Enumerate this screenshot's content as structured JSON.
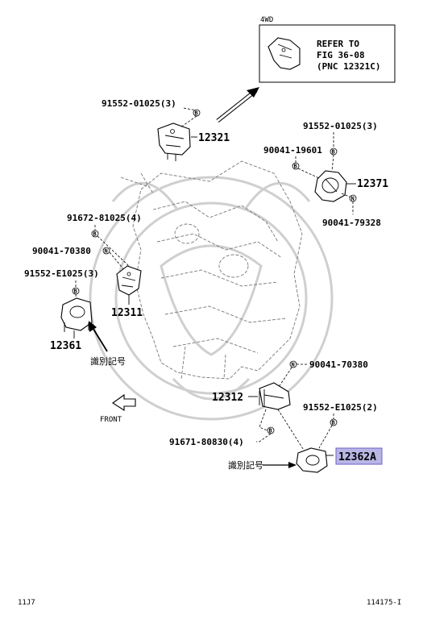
{
  "inset": {
    "tag": "4WD",
    "note_lines": [
      "REFER TO",
      "FIG 36-08",
      "(PNC 12321C)"
    ]
  },
  "parts": {
    "p12321": "12321",
    "p12371": "12371",
    "p12311": "12311",
    "p12361": "12361",
    "p12312": "12312",
    "p12362a": "12362A"
  },
  "fasteners": {
    "f1": "91552-01025(3)",
    "f2": "91552-01025(3)",
    "f3": "90041-19601",
    "f4": "90041-79328",
    "f5": "91672-81025(4)",
    "f6": "90041-70380",
    "f7": "91552-E1025(3)",
    "f8": "90041-70380",
    "f9": "91552-E1025(2)",
    "f10": "91671-80830(4)"
  },
  "symbols": {
    "b": "B",
    "n": "N"
  },
  "id_mark_label": "識別記号",
  "front_label": "FRONT",
  "footer": {
    "left": "11J7",
    "right": "114175-I"
  },
  "colors": {
    "highlight": "#b9b6e6"
  }
}
